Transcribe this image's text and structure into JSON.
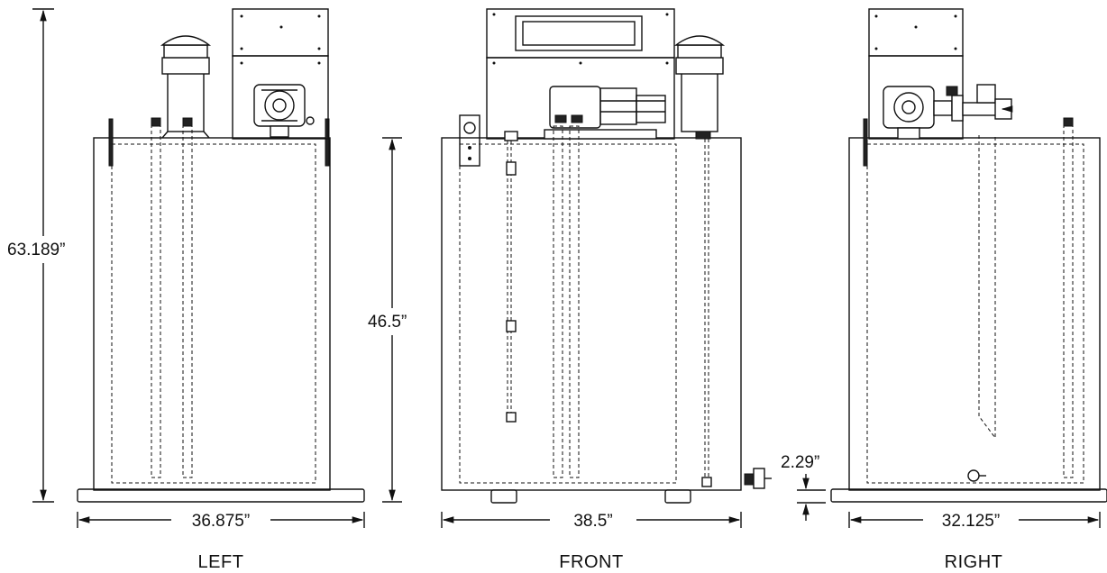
{
  "views": {
    "left": {
      "label": "LEFT",
      "width_dim": "36.875”",
      "height_dim": "63.189”"
    },
    "front": {
      "label": "FRONT",
      "width_dim": "38.5”",
      "tank_height_dim": "46.5”"
    },
    "right": {
      "label": "RIGHT",
      "width_dim": "32.125”",
      "base_height_dim": "2.29”"
    }
  }
}
